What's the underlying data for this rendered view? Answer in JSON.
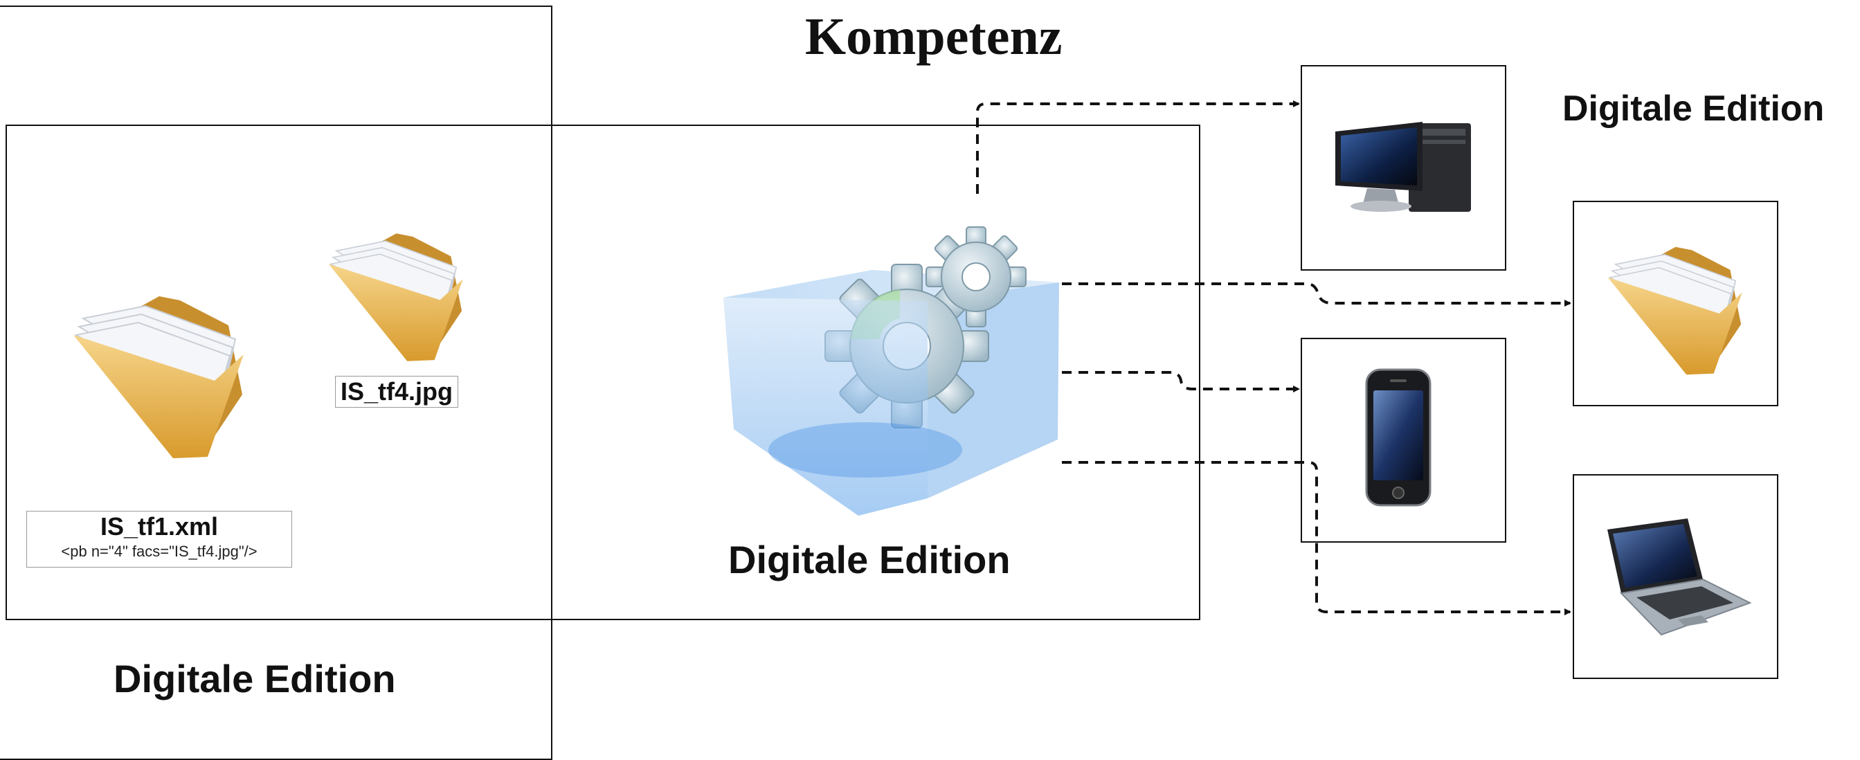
{
  "title": "Kompetenz",
  "labels": {
    "left_box": "Digitale Edition",
    "center_box": "Digitale Edition",
    "right_top": "Digitale Edition"
  },
  "files": {
    "xml_name": "IS_tf1.xml",
    "xml_snippet": "<pb n=\"4\" facs=\"IS_tf4.jpg\"/>",
    "jpg_name": "IS_tf4.jpg"
  },
  "icons": {
    "folder_large": "folder-icon",
    "folder_small": "folder-icon",
    "engine": "gears-in-cube-icon",
    "desktop": "desktop-computer-icon",
    "phone": "smartphone-icon",
    "laptop": "laptop-icon",
    "folder_output": "folder-icon"
  },
  "colors": {
    "line": "#111111",
    "folder": "#e9b95a",
    "cube": "#8fc3f2",
    "gear": "#b7cdd8"
  }
}
